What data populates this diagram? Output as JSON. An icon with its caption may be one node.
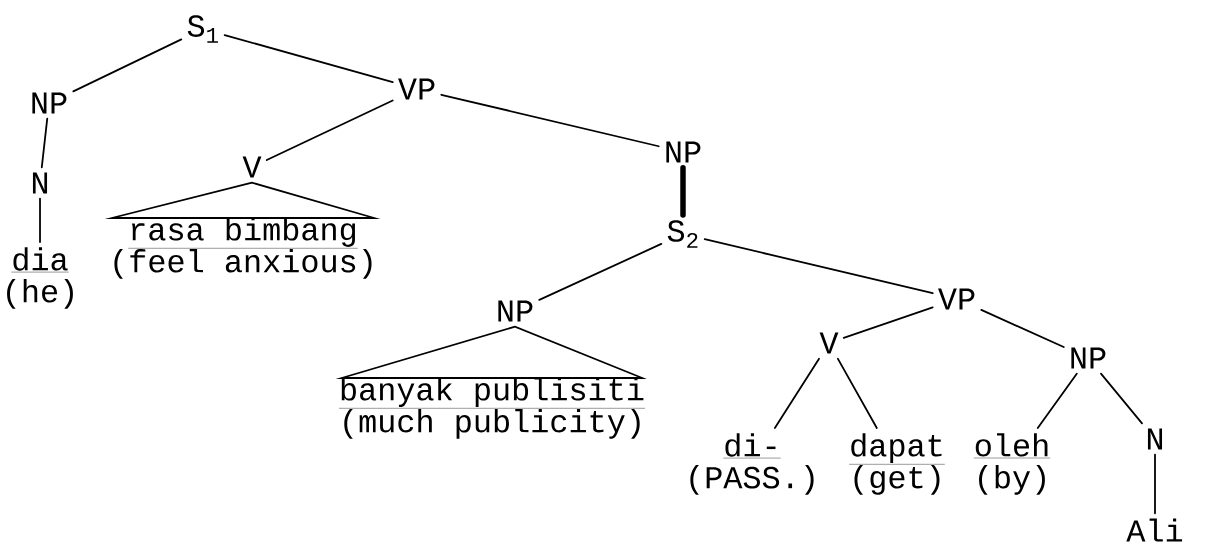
{
  "diagram": {
    "nodes": [
      {
        "text": [
          "S$_{1}$"
        ]
      },
      {
        "text": [
          "NP"
        ]
      },
      {
        "text": [
          "VP"
        ]
      },
      {
        "text": [
          "N"
        ]
      },
      {
        "text": [
          "dia",
          "(he)"
        ]
      },
      {
        "text": [
          "V"
        ]
      },
      {
        "text": [
          "rasa bimbang",
          "(feel anxious)"
        ]
      },
      {
        "text": [
          "NP"
        ]
      },
      {
        "text": [
          "S$_{2}$"
        ]
      },
      {
        "text": [
          "NP"
        ]
      },
      {
        "text": [
          "banyak publisiti",
          "(much publicity)"
        ]
      },
      {
        "text": [
          "VP"
        ]
      },
      {
        "text": [
          "V"
        ]
      },
      {
        "text": [
          "NP"
        ]
      },
      {
        "text": [
          "di-",
          "(PASS.)"
        ]
      },
      {
        "text": [
          "dapat",
          "(get)"
        ]
      },
      {
        "text": [
          "oleh",
          "(by)"
        ]
      },
      {
        "text": [
          "N"
        ]
      },
      {
        "text": [
          "Ali"
        ]
      }
    ],
    "edges": [
      {
        "from": 0,
        "to": 1,
        "arrow": "none"
      },
      {
        "from": 0,
        "to": 2,
        "arrow": "none"
      },
      {
        "from": 1,
        "to": 3,
        "arrow": "none"
      },
      {
        "from": 3,
        "to": 4,
        "arrow": "none"
      },
      {
        "from": 2,
        "to": 5,
        "arrow": "none"
      },
      {
        "from": 2,
        "to": 7,
        "arrow": "none"
      },
      {
        "from": 5,
        "to": 6,
        "arrow": "none"
      },
      {
        "from": 7,
        "to": 8,
        "arrow": "none",
        "style": "thick"
      },
      {
        "from": 8,
        "to": 9,
        "arrow": "none"
      },
      {
        "from": 8,
        "to": 11,
        "arrow": "none"
      },
      {
        "from": 9,
        "to": 10,
        "arrow": "none"
      },
      {
        "from": 11,
        "to": 12,
        "arrow": "none"
      },
      {
        "from": 11,
        "to": 13,
        "arrow": "none"
      },
      {
        "from": 12,
        "to": 14,
        "arrow": "none"
      },
      {
        "from": 12,
        "to": 15,
        "arrow": "none"
      },
      {
        "from": 13,
        "to": 16,
        "arrow": "none"
      },
      {
        "from": 13,
        "to": 17,
        "arrow": "none"
      },
      {
        "from": 17,
        "to": 18,
        "arrow": "none"
      }
    ]
  }
}
